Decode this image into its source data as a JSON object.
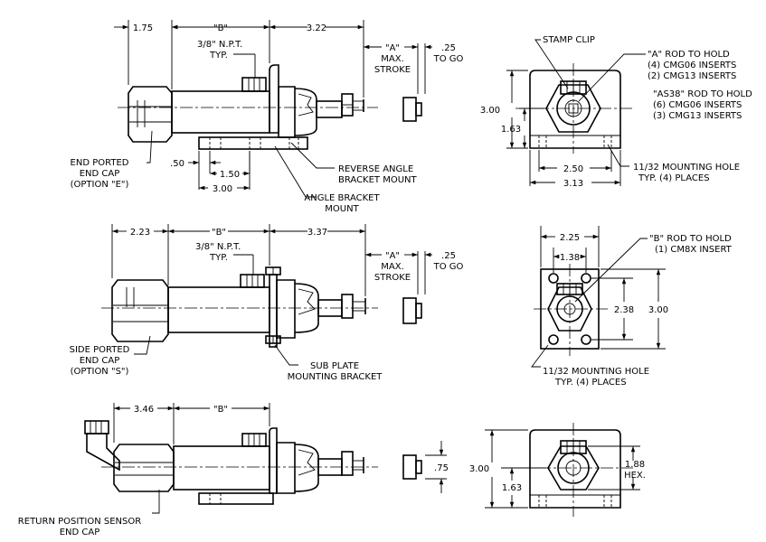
{
  "top_side_view": {
    "dim_end_cap": "1.75",
    "dim_body": "\"B\"",
    "dim_rod": "3.22",
    "npt": "3/8\" N.P.T.",
    "npt_typ": "TYP.",
    "stroke": [
      "\"A\"",
      "MAX.",
      "STROKE"
    ],
    "to_go": [
      ".25",
      "TO GO"
    ],
    "dim_50": ".50",
    "dim_150": "1.50",
    "dim_300": "3.00",
    "end_cap_label": [
      "END PORTED",
      "END CAP",
      "(OPTION \"E\")"
    ],
    "reverse_bracket": [
      "REVERSE ANGLE",
      "BRACKET MOUNT"
    ],
    "angle_bracket": [
      "ANGLE BRACKET",
      "MOUNT"
    ]
  },
  "top_end_view": {
    "stamp_clip": "STAMP CLIP",
    "rod_a": [
      "\"A\" ROD TO HOLD",
      "(4) CMG06 INSERTS",
      "(2) CMG13 INSERTS"
    ],
    "rod_as38": [
      "\"AS38\" ROD TO HOLD",
      "(6) CMG06 INSERTS",
      "(3) CMG13 INSERTS"
    ],
    "dim_height": "3.00",
    "dim_163": "1.63",
    "dim_250": "2.50",
    "dim_313": "3.13",
    "mount_hole": [
      "11/32 MOUNTING HOLE",
      "TYP. (4) PLACES"
    ]
  },
  "mid_side_view": {
    "dim_end_cap": "2.23",
    "dim_body": "\"B\"",
    "dim_rod": "3.37",
    "npt": "3/8\" N.P.T.",
    "npt_typ": "TYP.",
    "stroke": [
      "\"A\"",
      "MAX.",
      "STROKE"
    ],
    "to_go": [
      ".25",
      "TO GO"
    ],
    "end_cap_label": [
      "SIDE PORTED",
      "END CAP",
      "(OPTION \"S\")"
    ],
    "sub_plate": [
      "SUB PLATE",
      "MOUNTING BRACKET"
    ]
  },
  "mid_end_view": {
    "dim_225": "2.25",
    "dim_138": "1.38",
    "rod_b": [
      "\"B\" ROD TO HOLD",
      "(1) CM8X INSERT"
    ],
    "dim_238": "2.38",
    "dim_300": "3.00",
    "mount_hole": [
      "11/32 MOUNTING HOLE",
      "TYP. (4) PLACES"
    ]
  },
  "bottom_side_view": {
    "dim_end_cap": "3.46",
    "dim_body": "\"B\"",
    "dim_75": ".75",
    "sensor_label": [
      "RETURN POSITION SENSOR",
      "END CAP"
    ]
  },
  "bottom_end_view": {
    "dim_300": "3.00",
    "dim_163": "1.63",
    "dim_188": "1.88",
    "hex": "HEX."
  }
}
